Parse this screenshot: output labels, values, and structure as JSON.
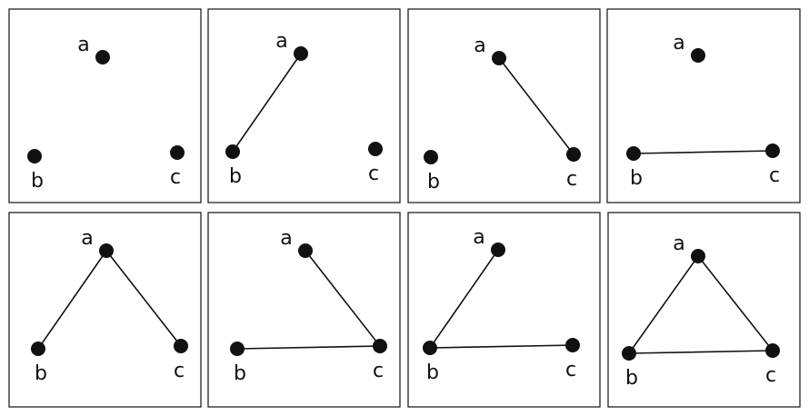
{
  "vertices": [
    "a",
    "b",
    "c"
  ],
  "colors": {
    "stroke": "#111111",
    "fill": "#111111",
    "background": "#ffffff"
  },
  "panels": [
    {
      "edges": []
    },
    {
      "edges": [
        [
          "a",
          "b"
        ]
      ]
    },
    {
      "edges": [
        [
          "a",
          "c"
        ]
      ]
    },
    {
      "edges": [
        [
          "b",
          "c"
        ]
      ]
    },
    {
      "edges": [
        [
          "a",
          "b"
        ],
        [
          "a",
          "c"
        ]
      ]
    },
    {
      "edges": [
        [
          "a",
          "c"
        ],
        [
          "b",
          "c"
        ]
      ]
    },
    {
      "edges": [
        [
          "a",
          "b"
        ],
        [
          "b",
          "c"
        ]
      ]
    },
    {
      "edges": [
        [
          "a",
          "b"
        ],
        [
          "a",
          "c"
        ],
        [
          "b",
          "c"
        ]
      ]
    }
  ]
}
